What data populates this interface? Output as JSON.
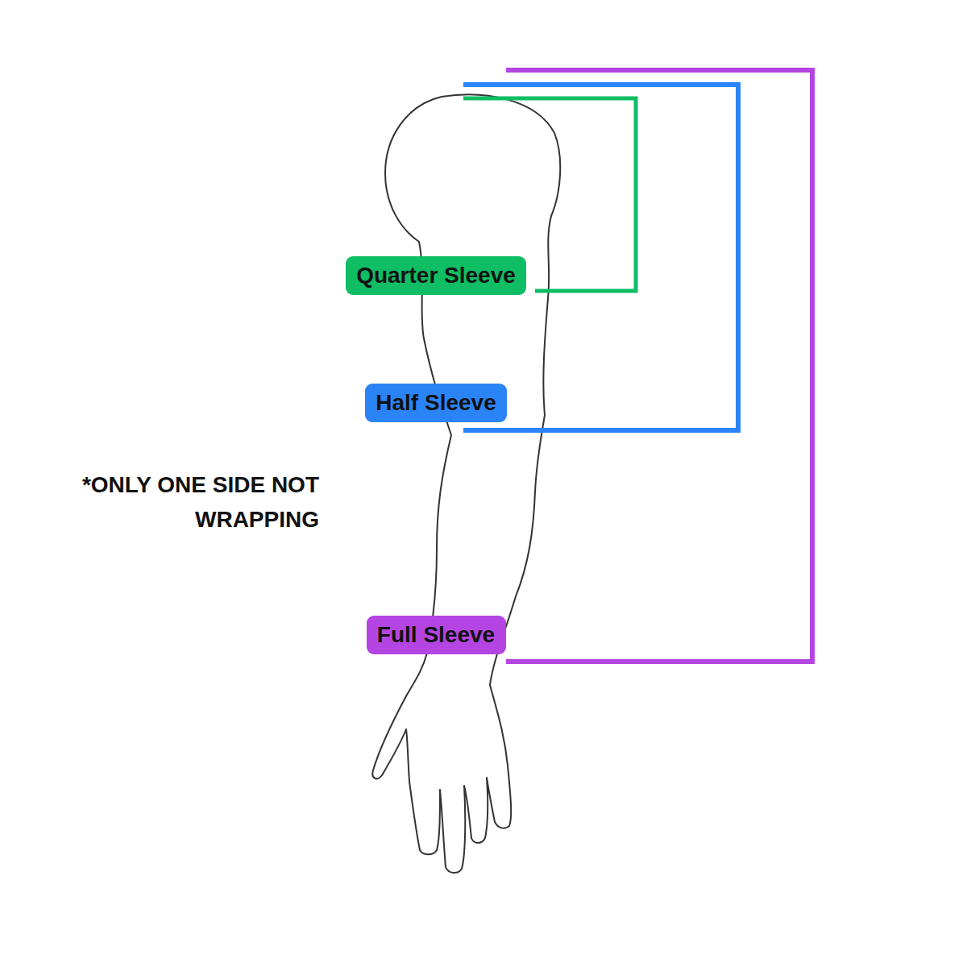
{
  "diagram": {
    "nodes": [
      {
        "text": [
          "Quarter Sleeve"
        ]
      },
      {
        "text": [
          "Half Sleeve"
        ]
      },
      {
        "text": [
          "Full Sleeve"
        ]
      }
    ],
    "labels": [
      "*ONLY ONE SIDE NOT WRAPPING"
    ]
  }
}
